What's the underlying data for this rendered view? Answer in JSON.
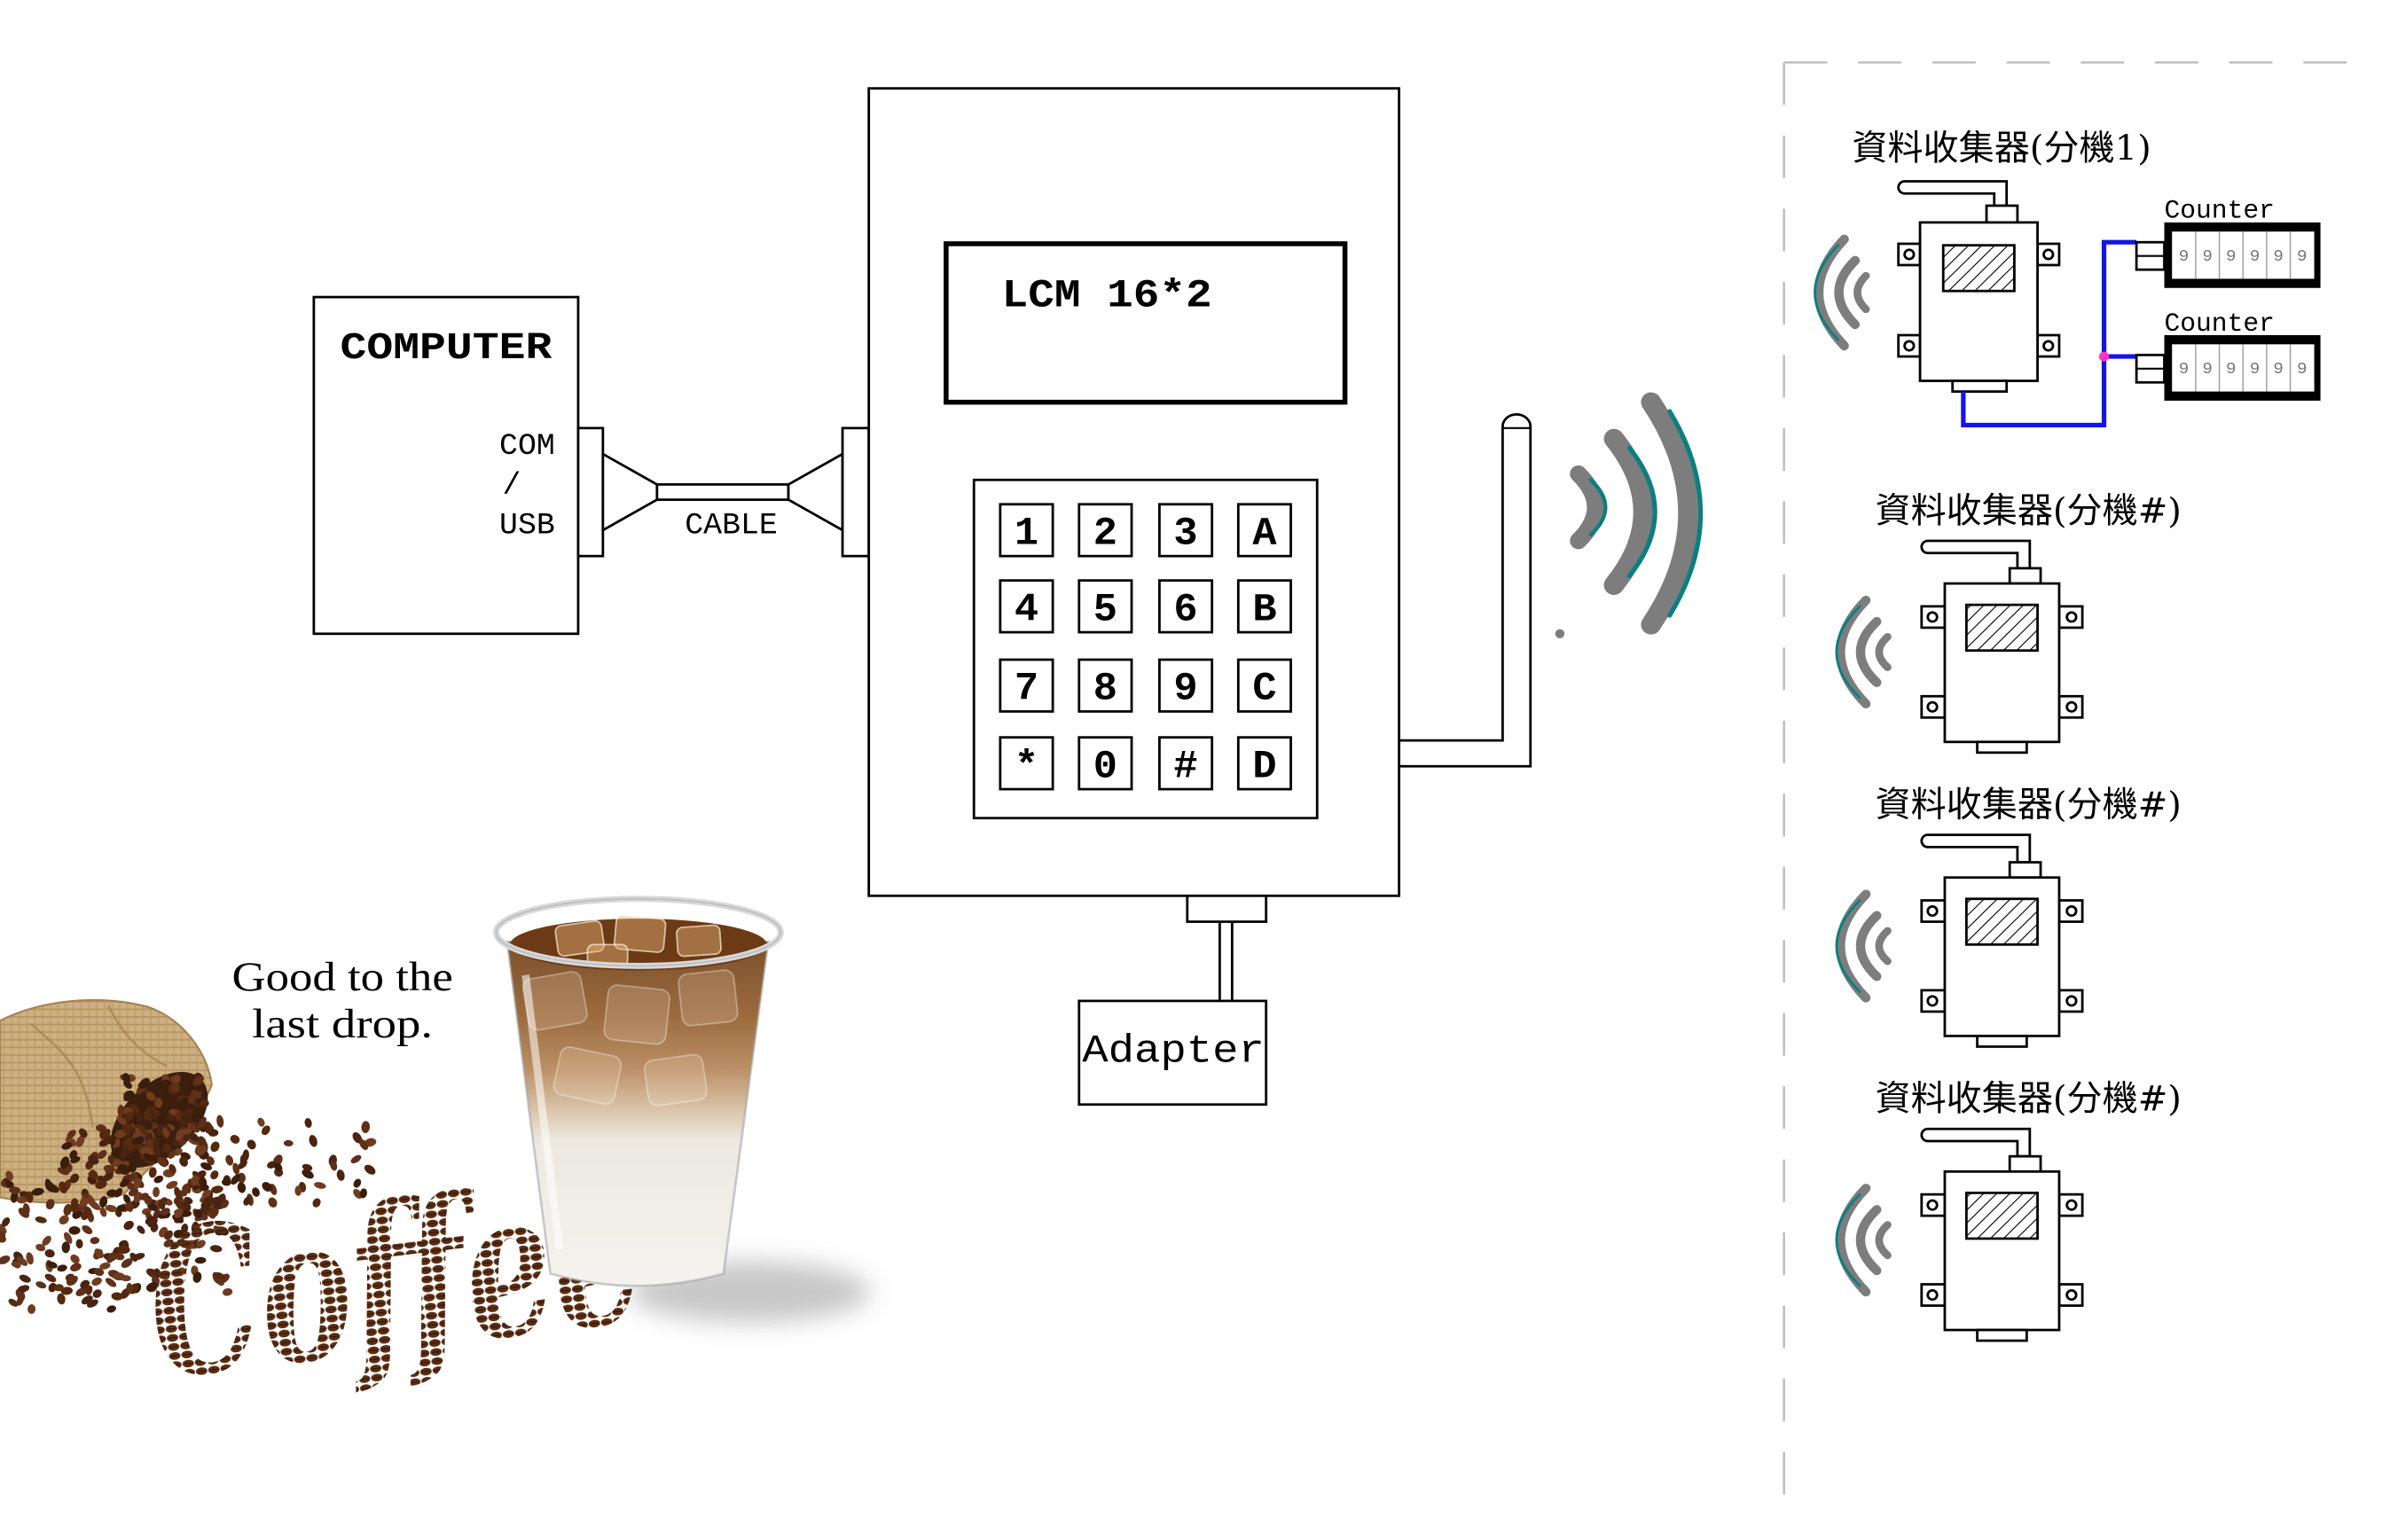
{
  "computer": {
    "title": "COMPUTER",
    "port_lines": [
      "COM",
      "/",
      "USB"
    ]
  },
  "cable": {
    "label": "CABLE"
  },
  "device": {
    "lcd_text": "LCM 16*2",
    "keypad": [
      [
        "1",
        "2",
        "3",
        "A"
      ],
      [
        "4",
        "5",
        "6",
        "B"
      ],
      [
        "7",
        "8",
        "9",
        "C"
      ],
      [
        "*",
        "0",
        "#",
        "D"
      ]
    ]
  },
  "adapter": {
    "label": "Adapter"
  },
  "collectors": [
    {
      "title": "資料收集器(分機1)"
    },
    {
      "title": "資料收集器(分機#)"
    },
    {
      "title": "資料收集器(分機#)"
    },
    {
      "title": "資料收集器(分機#)"
    }
  ],
  "counters": [
    {
      "label": "Counter",
      "digits": [
        "9",
        "9",
        "9",
        "9",
        "9",
        "9"
      ]
    },
    {
      "label": "Counter",
      "digits": [
        "9",
        "9",
        "9",
        "9",
        "9",
        "9"
      ]
    }
  ],
  "promo": {
    "slogan_line1": "Good to the",
    "slogan_line2": "last drop.",
    "coffee_word": "Coffee"
  },
  "colors": {
    "line": "#000000",
    "wire": "#1414e6",
    "wire_junction": "#ff33cc",
    "wave": "#7d7d7d",
    "wave_accent": "#0b7f80",
    "panel_border": "#bbbbbb",
    "coffee_bean": "#5a2d12"
  }
}
